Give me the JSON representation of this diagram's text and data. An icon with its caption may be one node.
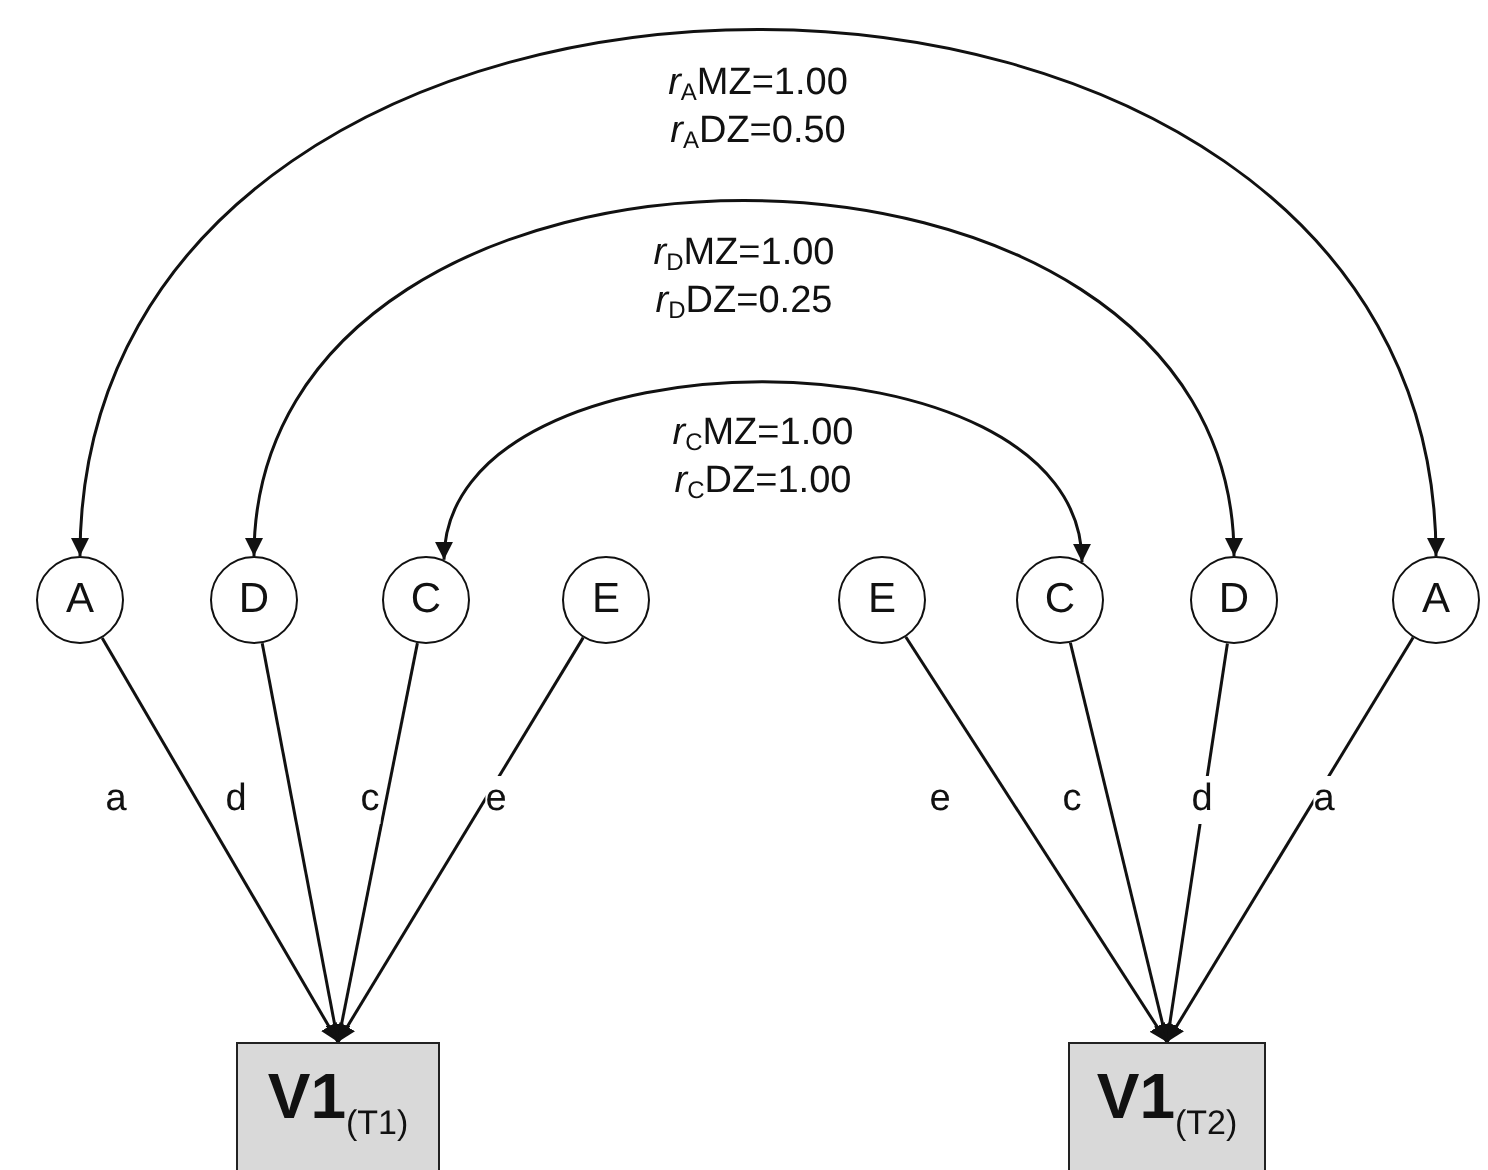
{
  "diagram": {
    "nodes": [
      {
        "text": [
          "A"
        ]
      },
      {
        "text": [
          "D"
        ]
      },
      {
        "text": [
          "C"
        ]
      },
      {
        "text": [
          "E"
        ]
      },
      {
        "text": [
          "E"
        ]
      },
      {
        "text": [
          "C"
        ]
      },
      {
        "text": [
          "D"
        ]
      },
      {
        "text": [
          "A"
        ]
      },
      {
        "text": [
          "**V1**$_{(T1)}$"
        ]
      },
      {
        "text": [
          "**V1**$_{(T2)}$"
        ]
      }
    ],
    "edges": [
      {
        "from": 0,
        "to": 7,
        "arrow": "both",
        "label": "*r*$_{A}$MZ=1.00 *r*$_{A}$DZ=0.50"
      },
      {
        "from": 1,
        "to": 6,
        "arrow": "both",
        "label": "*r*$_{D}$MZ=1.00 *r*$_{D}$DZ=0.25"
      },
      {
        "from": 2,
        "to": 5,
        "arrow": "both",
        "label": "*r*$_{C}$MZ=1.00 *r*$_{C}$DZ=1.00"
      },
      {
        "from": 0,
        "to": 8,
        "arrow": "to",
        "label": "a"
      },
      {
        "from": 1,
        "to": 8,
        "arrow": "to",
        "label": "d"
      },
      {
        "from": 2,
        "to": 8,
        "arrow": "to",
        "label": "c"
      },
      {
        "from": 3,
        "to": 8,
        "arrow": "to",
        "label": "e"
      },
      {
        "from": 4,
        "to": 9,
        "arrow": "to",
        "label": "e"
      },
      {
        "from": 5,
        "to": 9,
        "arrow": "to",
        "label": "c"
      },
      {
        "from": 6,
        "to": 9,
        "arrow": "to",
        "label": "d"
      },
      {
        "from": 7,
        "to": 9,
        "arrow": "to",
        "label": "a"
      }
    ]
  }
}
